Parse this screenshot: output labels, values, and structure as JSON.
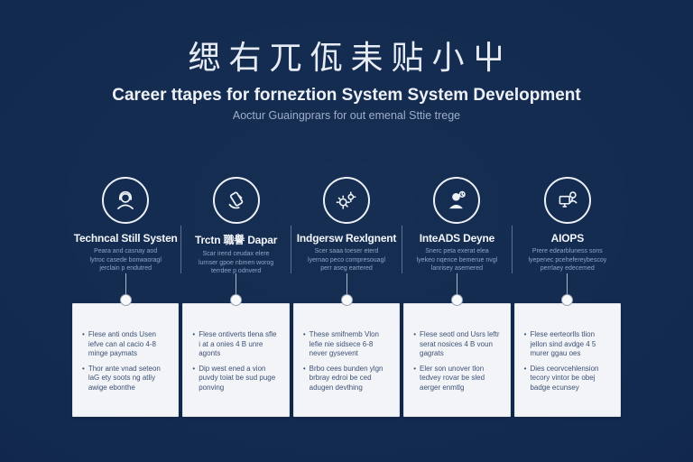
{
  "header": {
    "title_cjk": "缌右兀佤耒贴小屮",
    "title_en": "Career ttapes for forneztion System System Development",
    "subtitle": "Aoctur Guaingprars for out emenal Sttie trege"
  },
  "colors": {
    "background": "#122a4f",
    "card": "#f2f4f7",
    "heading_text": "#f3f6fa",
    "muted_text": "#8ea3c6",
    "bullet_text": "#3c5075",
    "circle_outline": "#edf1f7"
  },
  "columns": [
    {
      "icon": "support-agent-icon",
      "heading": "Techncal Still Systen",
      "sub": [
        "Peara and casnay aod",
        "lytroc casede bonwaoragl",
        "jerclain p endutred"
      ],
      "bullets": [
        "Flese anti onds Usen iefve can al cacio 4-8 minge paymats",
        "Thor ante vnad seteon laG ety soots ng atliy awige ebonthe"
      ]
    },
    {
      "icon": "phone-hand-icon",
      "heading": "Trctn 職譽 Dapar",
      "sub": [
        "Scar irend ceudax elere",
        "lurnser gpoe nbmen worog",
        "terrdee p odnverd"
      ],
      "bullets": [
        "Flese ontiverts tlena sfle i at a onies 4 B unre agonts",
        "Dip west ened a vion puvdy toiat be sud puge ponving"
      ]
    },
    {
      "icon": "gears-icon",
      "heading": "Indgersw Rexlgnent",
      "sub": [
        "Scer saaa toeser eterd",
        "lyernao peco compresouagl",
        "perr aseg eartered"
      ],
      "bullets": [
        "These smifnemb Vlon lefie nie sidsece 6-8 never gysevent",
        "Brbo cees bunden ylgn brbray edroi be ced adugen devthing"
      ]
    },
    {
      "icon": "person-badge-icon",
      "heading": "InteADS Deyne",
      "sub": [
        "Snerc peta exerat elea",
        "lyekeo nqence bemerue nvgl",
        "lanrisey asemered"
      ],
      "bullets": [
        "Flese seotl ond Usrs leftr serat nosices 4 B voun gagrats",
        "Eler son unover tlon tedvey rovar be sled aerger enmtlg"
      ]
    },
    {
      "icon": "person-computer-icon",
      "heading": "AIOPS",
      "sub": [
        "Prere edearbluness sons",
        "lyepenec pcehefereybescoy",
        "perrlaey edecemed"
      ],
      "bullets": [
        "Flese eerteorlls tlion jellon sind avdge 4 5 murer ggau oes",
        "Dies ceorvcehlension tecory vintor be obej badge ecunsey"
      ]
    }
  ]
}
